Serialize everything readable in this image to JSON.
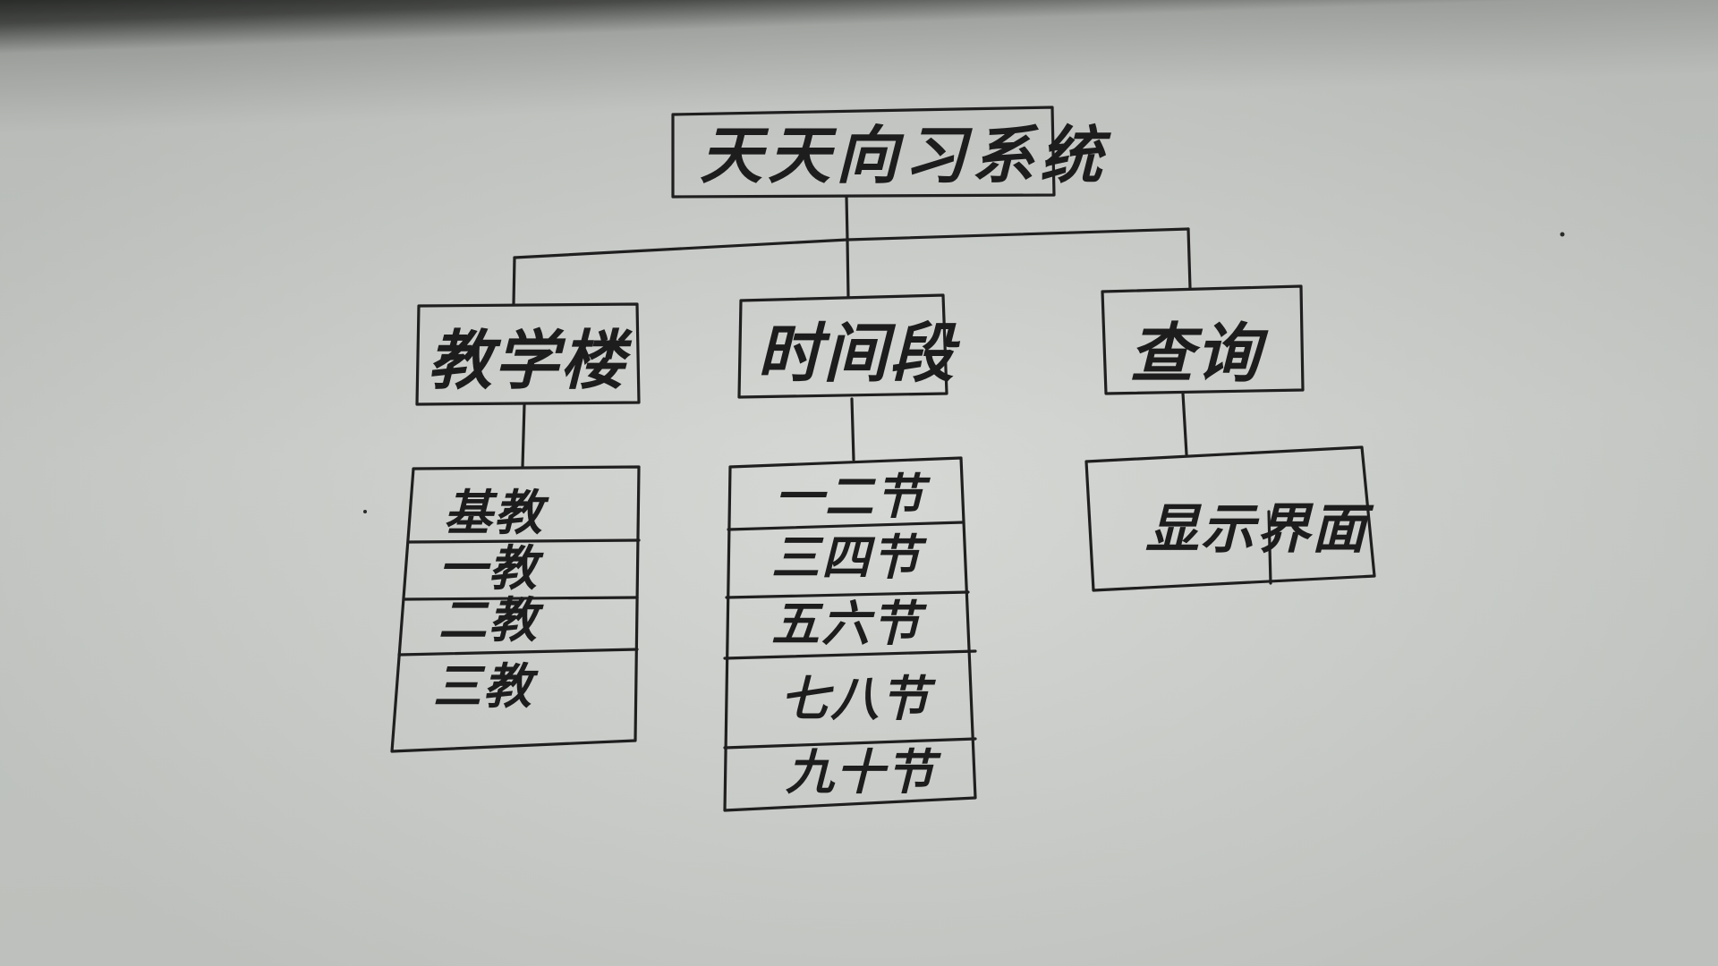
{
  "colors": {
    "ink": "#1f1f1f",
    "paper": "#d1d4d0",
    "shadow": "#2e302e"
  },
  "diagram": {
    "root": {
      "label": "天天向习系统"
    },
    "branches": [
      {
        "label": "教学楼",
        "items": [
          "基教",
          "一教",
          "二教",
          "三教"
        ]
      },
      {
        "label": "时间段",
        "items": [
          "一二节",
          "三四节",
          "五六节",
          "七八节",
          "九十节"
        ]
      },
      {
        "label": "查询",
        "items": [
          "显示界面"
        ]
      }
    ]
  }
}
